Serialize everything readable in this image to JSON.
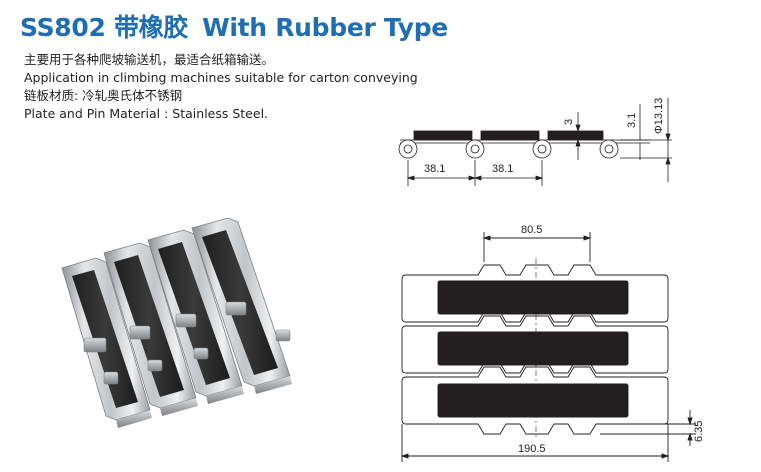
{
  "title": {
    "model": "SS802",
    "chinese": "带橡胶",
    "english": "With Rubber Type"
  },
  "description": {
    "line1": "主要用于各种爬坡输送机，最适合纸箱输送。",
    "line2": "Application in climbing machines suitable for carton conveying",
    "line3": "链板材质: 冷轧奥氏体不锈钢",
    "line4": "Plate and Pin Material : Stainless Steel."
  },
  "side_view": {
    "pitch_left": "38.1",
    "pitch_right": "38.1",
    "rubber_thickness": "3",
    "plate_thickness": "3.1",
    "pin_diameter": "Φ13.13"
  },
  "top_view": {
    "inner_width": "80.5",
    "total_width": "190.5",
    "edge_offset": "6.35"
  },
  "colors": {
    "title": "#1f6db3",
    "rubber": "#2b2b2b",
    "steel": "#b9bcbf"
  }
}
